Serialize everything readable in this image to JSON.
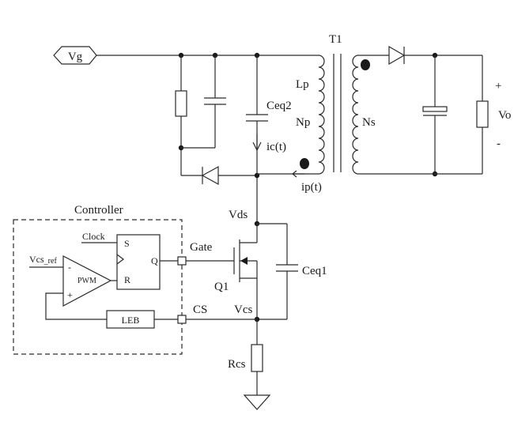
{
  "labels": {
    "vg": "Vg",
    "t1": "T1",
    "lp": "Lp",
    "np": "Np",
    "ns": "Ns",
    "ceq2": "Ceq2",
    "ic": "ic(t)",
    "ip": "ip(t)",
    "vo": "Vo",
    "plus": "+",
    "minus": "-",
    "controller": "Controller",
    "vds": "Vds",
    "gate": "Gate",
    "clock": "Clock",
    "s": "S",
    "q": "Q",
    "r": "R",
    "vcs_ref_main": "Vcs",
    "vcs_ref_sub": "_ref",
    "pwm": "PWM",
    "cmp_minus": "-",
    "cmp_plus": "+",
    "q1": "Q1",
    "ceq1": "Ceq1",
    "leb": "LEB",
    "cs": "CS",
    "vcs": "Vcs",
    "rcs": "Rcs"
  }
}
